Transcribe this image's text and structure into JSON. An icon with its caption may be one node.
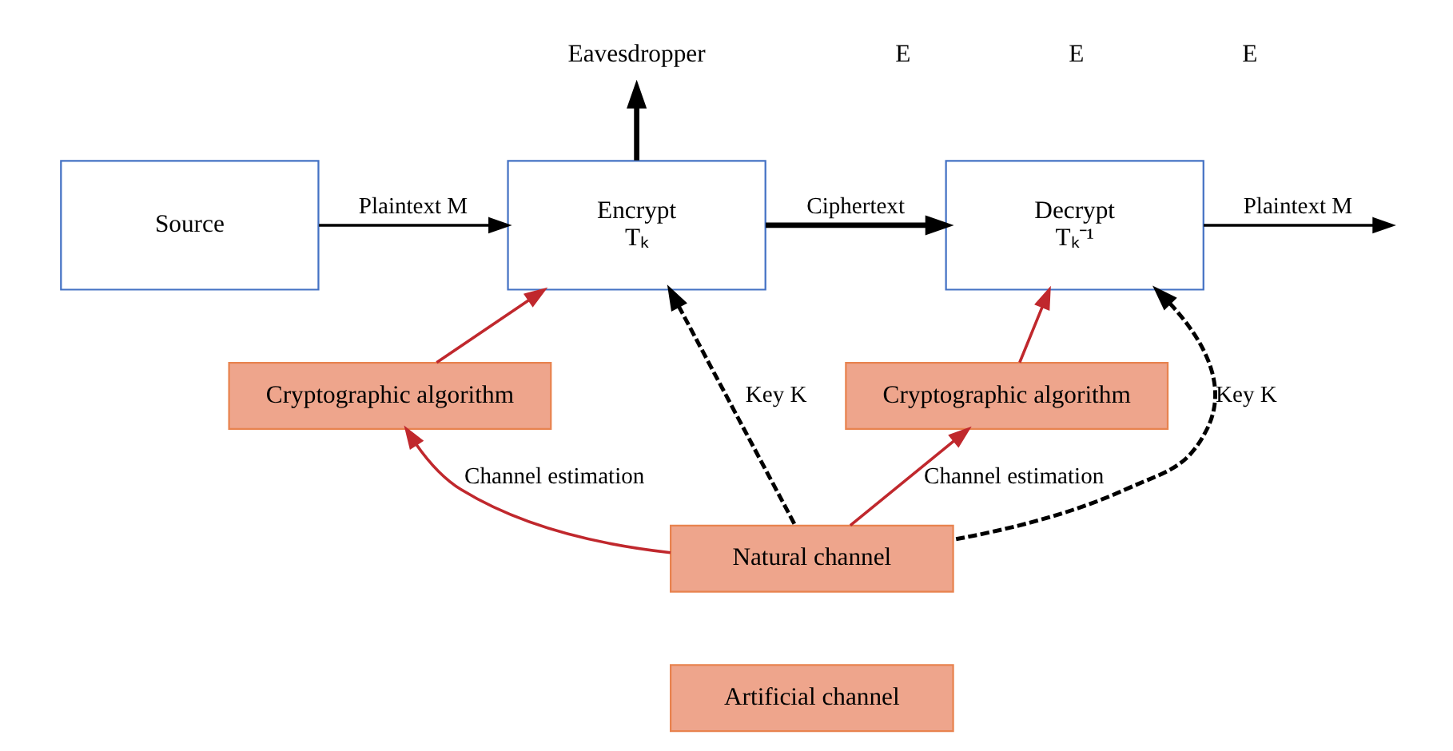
{
  "diagram": {
    "nodes": [
      {
        "text": [
          "Source"
        ]
      },
      {
        "text": [
          "Encrypt",
          "Tₖ"
        ]
      },
      {
        "text": [
          "Decrypt",
          "Tₖ⁻¹"
        ]
      },
      {
        "text": [
          "Eavesdropper"
        ]
      },
      {
        "text": [
          "Cryptographic algorithm"
        ]
      },
      {
        "text": [
          "Cryptographic algorithm"
        ]
      },
      {
        "text": [
          "Natural channel"
        ]
      },
      {
        "text": [
          "Artificial channel"
        ]
      }
    ],
    "edges": [
      {
        "from": 0,
        "to": 1,
        "arrow": "to",
        "label": "Plaintext M"
      },
      {
        "from": 1,
        "to": 2,
        "arrow": "to",
        "label": "Ciphertext",
        "style": "thick"
      },
      {
        "from": 1,
        "to": 3,
        "arrow": "to",
        "style": "thick"
      },
      {
        "from": 2,
        "to": null,
        "arrow": "to",
        "label": "Plaintext M"
      },
      {
        "from": 6,
        "to": 1,
        "arrow": "to",
        "label": "Key K",
        "style": "dashed"
      },
      {
        "from": 6,
        "to": 2,
        "arrow": "to",
        "label": "Key K",
        "style": "dashed"
      },
      {
        "from": 4,
        "to": 1,
        "arrow": "to",
        "color": "#c0282d"
      },
      {
        "from": 5,
        "to": 2,
        "arrow": "to",
        "color": "#c0282d"
      },
      {
        "from": 6,
        "to": 4,
        "arrow": "to",
        "label": "Channel estimation",
        "color": "#c0282d"
      },
      {
        "from": 6,
        "to": 5,
        "arrow": "to",
        "label": "Channel estimation",
        "color": "#c0282d"
      }
    ],
    "labels": [
      "E",
      "E",
      "E"
    ]
  }
}
